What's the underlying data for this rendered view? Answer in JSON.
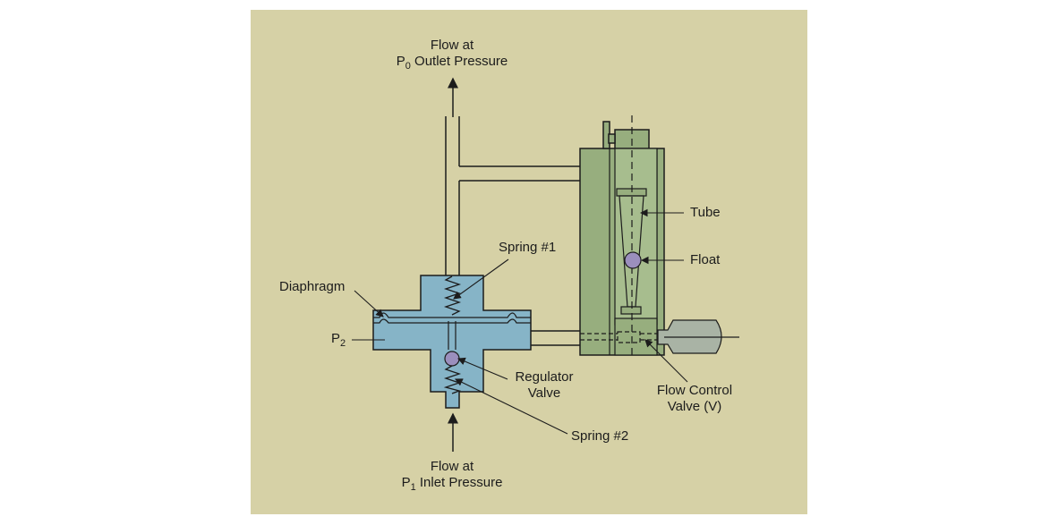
{
  "colors": {
    "background": "#d6d1a6",
    "regulator_body": "#86b4c7",
    "flowmeter_body": "#97ae7e",
    "flowmeter_tube": "#a7bd8e",
    "ball": "#9b8fbd",
    "knob": "#a9b3a5",
    "line": "#1c1c1c"
  },
  "labels": {
    "outlet_line1": "Flow at",
    "outlet_p": "P",
    "outlet_sub": "0",
    "outlet_rest": " Outlet Pressure",
    "inlet_line1": "Flow at",
    "inlet_p": "P",
    "inlet_sub": "1",
    "inlet_rest": " Inlet Pressure",
    "spring1": "Spring #1",
    "spring2": "Spring #2",
    "diaphragm": "Diaphragm",
    "p2_p": "P",
    "p2_sub": "2",
    "regulator_line1": "Regulator",
    "regulator_line2": "Valve",
    "tube": "Tube",
    "float": "Float",
    "fcv_line1": "Flow Control",
    "fcv_line2": "Valve (V)"
  }
}
